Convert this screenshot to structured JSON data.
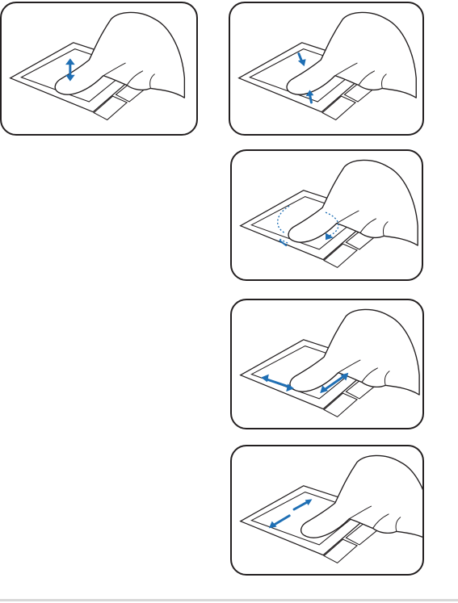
{
  "figures": [
    {
      "id": "panel-1",
      "gesture": "one-finger-vertical-scroll"
    },
    {
      "id": "panel-2",
      "gesture": "two-finger-pinch"
    },
    {
      "id": "panel-3",
      "gesture": "two-finger-rotate"
    },
    {
      "id": "panel-4",
      "gesture": "two-finger-spread"
    },
    {
      "id": "panel-5",
      "gesture": "two-finger-horizontal-swipe"
    }
  ],
  "colors": {
    "outline": "#231f20",
    "arrow": "#1f6fb4",
    "rule": "#d8d8d8"
  }
}
